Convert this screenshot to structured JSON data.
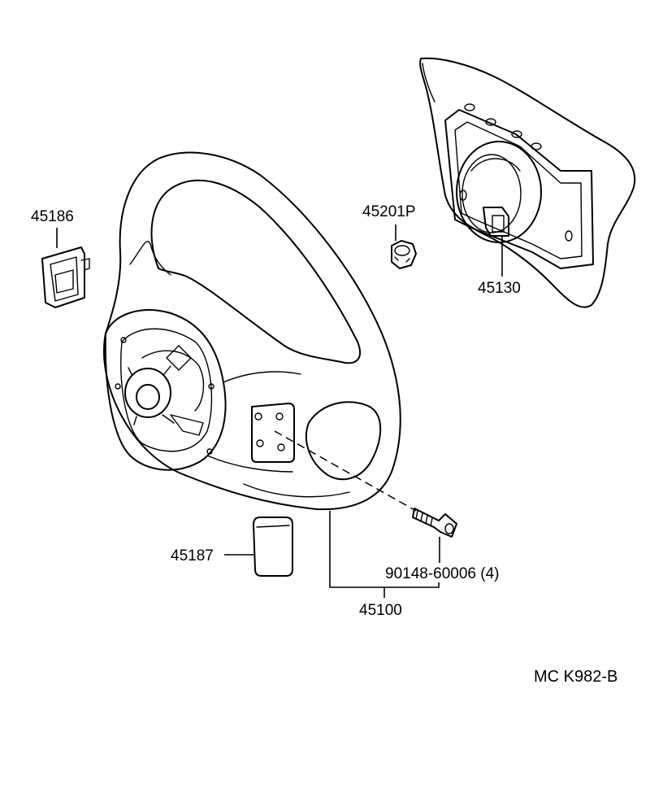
{
  "diagram": {
    "parts": {
      "p45186": "45186",
      "p45201p": "45201P",
      "p45130": "45130",
      "p45187": "45187",
      "p90148": "90148-60006 (4)",
      "p45100": "45100"
    },
    "ref_code": "MC K982-B"
  }
}
